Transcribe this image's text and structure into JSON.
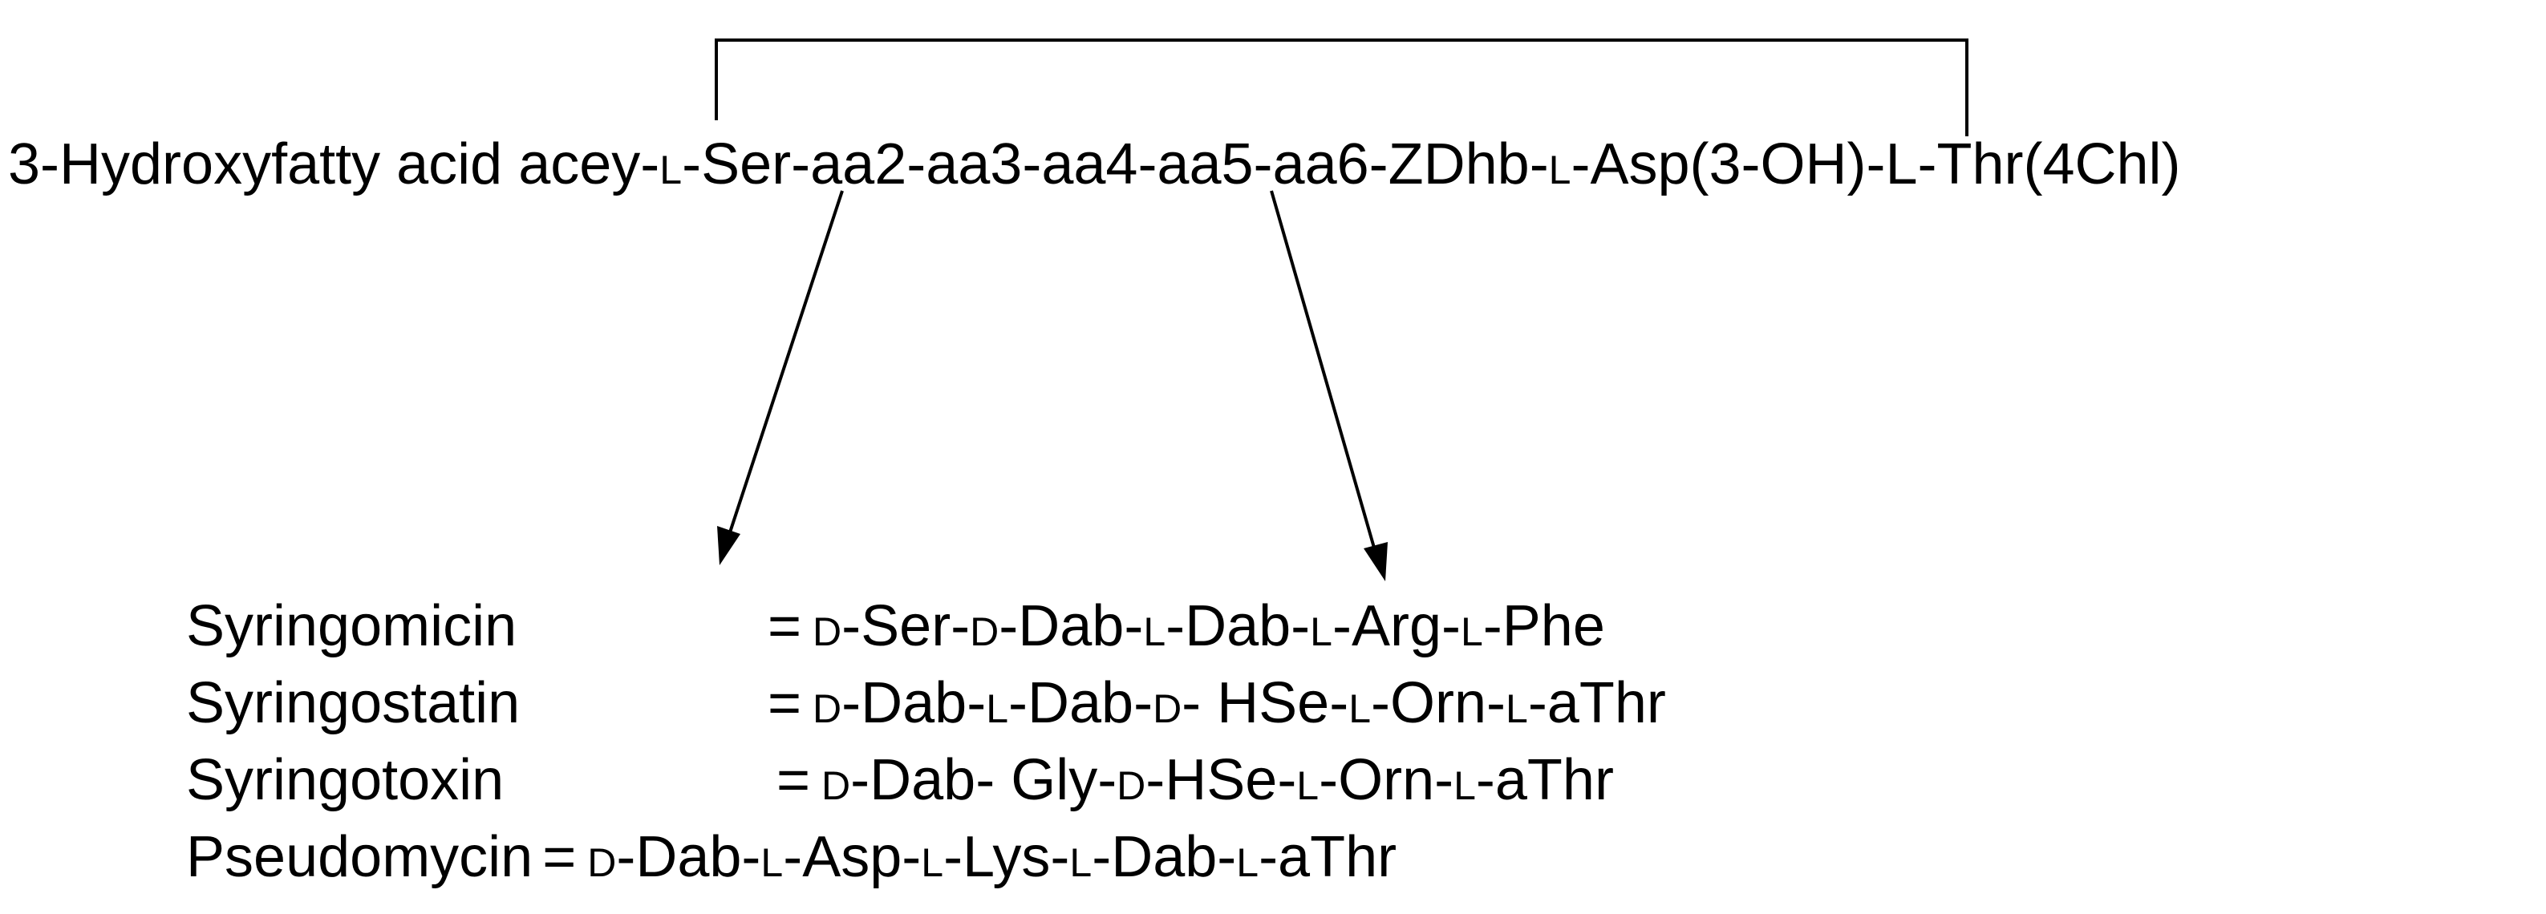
{
  "main_sequence": {
    "prefix": "3-Hydroxyfatty acid acey-",
    "parts": [
      {
        "text": "L",
        "small": true
      },
      {
        "text": "-Ser-aa2-aa3-aa4-aa5-aa6-ZDhb-",
        "small": false
      },
      {
        "text": "L",
        "small": true
      },
      {
        "text": "-Asp(3-OH)-L-Thr(4Chl)",
        "small": false
      }
    ]
  },
  "variants": [
    {
      "name": "Syringomicin",
      "eq": "=",
      "parts": [
        {
          "text": "D",
          "small": true
        },
        {
          "text": "-Ser-",
          "small": false
        },
        {
          "text": "D",
          "small": true
        },
        {
          "text": "-Dab-",
          "small": false
        },
        {
          "text": "L",
          "small": true
        },
        {
          "text": "-Dab-",
          "small": false
        },
        {
          "text": "L",
          "small": true
        },
        {
          "text": "-Arg-",
          "small": false
        },
        {
          "text": "L",
          "small": true
        },
        {
          "text": "-Phe",
          "small": false
        }
      ]
    },
    {
      "name": "Syringostatin",
      "eq": "=",
      "parts": [
        {
          "text": "D",
          "small": true
        },
        {
          "text": "-Dab-",
          "small": false
        },
        {
          "text": "L",
          "small": true
        },
        {
          "text": "-Dab-",
          "small": false
        },
        {
          "text": "D",
          "small": true
        },
        {
          "text": "- HSe-",
          "small": false
        },
        {
          "text": "L",
          "small": true
        },
        {
          "text": "-Orn-",
          "small": false
        },
        {
          "text": "L",
          "small": true
        },
        {
          "text": "-aThr",
          "small": false
        }
      ]
    },
    {
      "name": "Syringotoxin",
      "eq": "=",
      "parts": [
        {
          "text": "D",
          "small": true
        },
        {
          "text": "-Dab- Gly-",
          "small": false
        },
        {
          "text": "D",
          "small": true
        },
        {
          "text": "-HSe-",
          "small": false
        },
        {
          "text": "L",
          "small": true
        },
        {
          "text": "-Orn-",
          "small": false
        },
        {
          "text": "L",
          "small": true
        },
        {
          "text": "-aThr",
          "small": false
        }
      ]
    },
    {
      "name": "Pseudomycin",
      "eq": "=",
      "parts": [
        {
          "text": "D",
          "small": true
        },
        {
          "text": "-Dab-",
          "small": false
        },
        {
          "text": "L",
          "small": true
        },
        {
          "text": "-Asp-",
          "small": false
        },
        {
          "text": "L",
          "small": true
        },
        {
          "text": "-Lys-",
          "small": false
        },
        {
          "text": "L",
          "small": true
        },
        {
          "text": "-Dab-",
          "small": false
        },
        {
          "text": "L",
          "small": true
        },
        {
          "text": "-aThr",
          "small": false
        }
      ]
    }
  ]
}
